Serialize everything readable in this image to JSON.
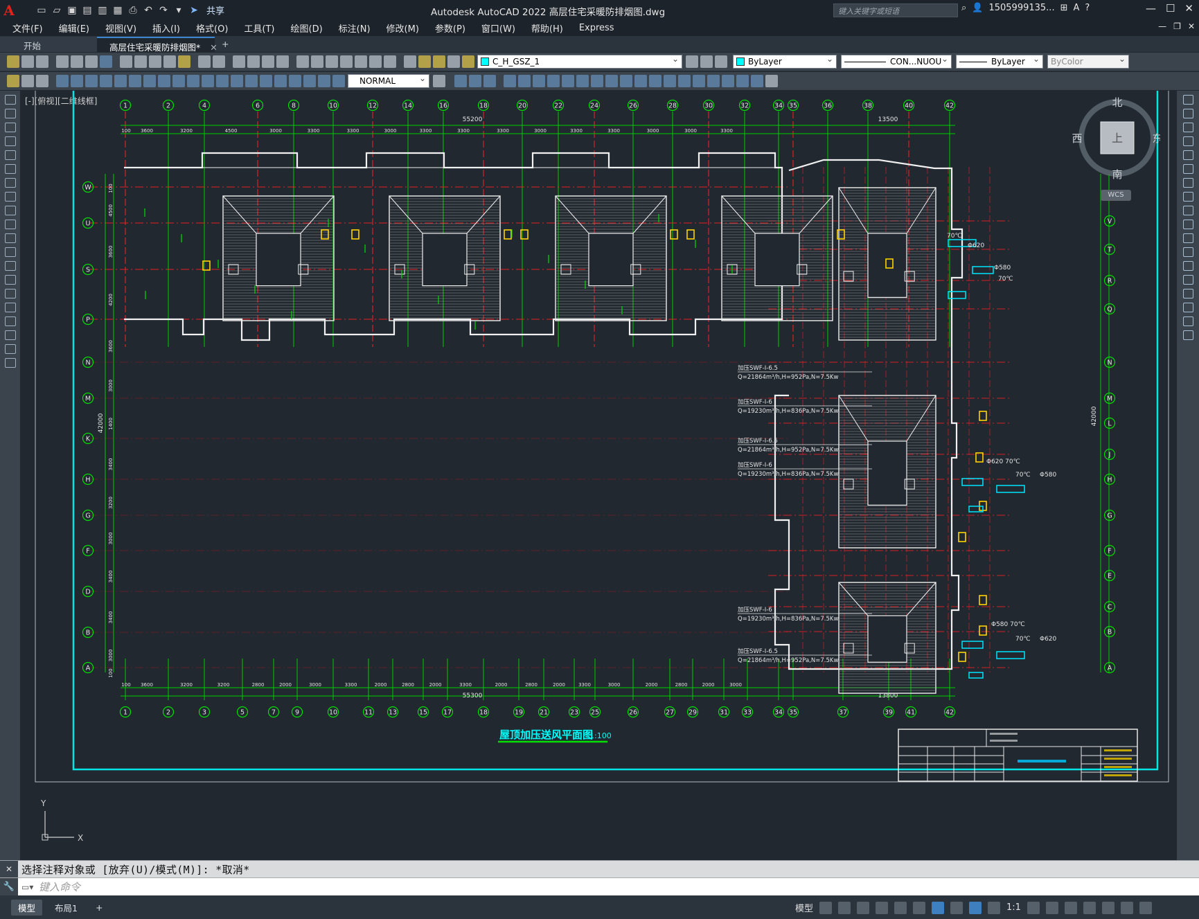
{
  "app": {
    "title": "Autodesk AutoCAD 2022    高层住宅采暖防排烟图.dwg",
    "logo": "A",
    "share_label": "共享",
    "search_placeholder": "键入关键字或短语",
    "user": "1505999135...",
    "brand_color": "#e2231a"
  },
  "menu": [
    "文件(F)",
    "编辑(E)",
    "视图(V)",
    "插入(I)",
    "格式(O)",
    "工具(T)",
    "绘图(D)",
    "标注(N)",
    "修改(M)",
    "参数(P)",
    "窗口(W)",
    "帮助(H)",
    "Express"
  ],
  "tabs": {
    "start": "开始",
    "active": "高层住宅采暖防排烟图*",
    "close_glyph": "✕",
    "plus": "+"
  },
  "toolbar": {
    "layer": "C_H_GSZ_1",
    "layer_color": "#00ffff",
    "color": "ByLayer",
    "linetype": "CON...NUOU",
    "lineweight": "ByLayer",
    "plotstyle": "ByColor",
    "dimstyle": "NORMAL"
  },
  "viewport": {
    "label": "[-][俯视][二维线框]",
    "viewcube": {
      "north": "北",
      "south": "南",
      "east": "东",
      "west": "西",
      "top": "上",
      "wcs": "WCS"
    },
    "drawing_title": "屋顶加压送风平面图",
    "drawing_scale": "1:100",
    "overall_top": "55200",
    "overall_top_right": "13500",
    "overall_bottom": "55300",
    "overall_bottom_right": "13800",
    "height_total": "42000",
    "axis_top": [
      "1",
      "2",
      "4",
      "6",
      "8",
      "10",
      "12",
      "14",
      "16",
      "18",
      "20",
      "22",
      "24",
      "26",
      "28",
      "30",
      "32",
      "34",
      "35",
      "36",
      "38",
      "40",
      "42"
    ],
    "axis_bottom": [
      "1",
      "2",
      "3",
      "5",
      "7",
      "9",
      "10",
      "11",
      "13",
      "15",
      "17",
      "18",
      "19",
      "21",
      "23",
      "25",
      "26",
      "27",
      "29",
      "31",
      "33",
      "34",
      "35",
      "37",
      "39",
      "41",
      "42"
    ],
    "axis_left": [
      "W",
      "U",
      "S",
      "P",
      "N",
      "M",
      "K",
      "H",
      "G",
      "F",
      "D",
      "B",
      "A"
    ],
    "axis_right": [
      "V",
      "T",
      "R",
      "Q",
      "N",
      "M",
      "L",
      "J",
      "H",
      "G",
      "F",
      "E",
      "C",
      "B",
      "A"
    ],
    "dims_top": [
      "100",
      "3600",
      "3200",
      "4500",
      "3000",
      "3300",
      "3300",
      "3000",
      "3300",
      "3300",
      "3300",
      "3000",
      "3300",
      "3300",
      "3000",
      "3000",
      "3300"
    ],
    "dims_bottom": [
      "100",
      "3600",
      "3200",
      "3200",
      "2800",
      "2000",
      "3000",
      "3300",
      "2000",
      "2800",
      "2000",
      "3300",
      "2000",
      "2800",
      "2000",
      "3300",
      "3000",
      "2000",
      "2800",
      "2000",
      "3000"
    ],
    "dims_left": [
      "100",
      "4500",
      "3600",
      "4200",
      "3600",
      "3000",
      "1400",
      "3400",
      "3200",
      "3000",
      "3400",
      "3400",
      "3000",
      "100"
    ],
    "fan_notes": [
      "加压SWF-I-6.5",
      "Q=21864m³/h,H=952Pa,N=7.5Kw",
      "加压SWF-I-6",
      "Q=19230m³/h,H=836Pa,N=7.5Kw",
      "加压SWF-I-6.5",
      "Q=21864m³/h,H=952Pa,N=7.5Kw",
      "加压SWF-I-6",
      "Q=19230m³/h,H=836Pa,N=7.5Kw",
      "加压SWF-I-6",
      "Q=19230m³/h,H=836Pa,N=7.5Kw",
      "加压SWF-I-6.5",
      "Q=21864m³/h,H=952Pa,N=7.5Kw"
    ],
    "duct_labels": [
      "70℃",
      "Φ620",
      "Φ580",
      "70℃",
      "Φ620 70℃",
      "70℃",
      "Φ580",
      "Φ580 70℃",
      "70℃",
      "Φ620"
    ]
  },
  "command": {
    "history": "选择注释对象或 [放弃(U)/模式(M)]: *取消*",
    "placeholder": "键入命令"
  },
  "status": {
    "layouts": [
      "模型",
      "布局1"
    ],
    "add": "+",
    "model_label": "模型",
    "scale": "1:1"
  }
}
